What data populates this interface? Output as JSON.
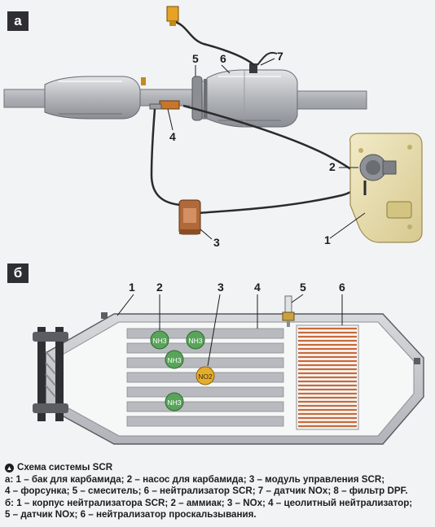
{
  "panel_a": {
    "tag": "а",
    "labels": {
      "n1": "1",
      "n2": "2",
      "n3": "3",
      "n4": "4",
      "n5": "5",
      "n6": "6",
      "n7": "7"
    }
  },
  "panel_b": {
    "tag": "б",
    "labels": {
      "n1": "1",
      "n2": "2",
      "n3": "3",
      "n4": "4",
      "n5": "5",
      "n6": "6"
    },
    "molecules": {
      "nh3": "NH3",
      "no2": "NO2"
    }
  },
  "caption": {
    "title": "Схема системы SCR",
    "line_a1": "а: 1 – бак для карбамида; 2 – насос для карбамида; 3 – модуль управления SCR;",
    "line_a2": "4 – форсунка; 5 – смеситель; 6 – нейтрализатор SCR; 7 – датчик NOx; 8 – фильтр DPF.",
    "line_b1": "б: 1 – корпус нейтрализатора SCR; 2 – аммиак; 3 – NOx; 4 – цеолитный нейтрализатор;",
    "line_b2": "5 – датчик NOx; 6 – нейтрализатор проскальзывания."
  },
  "colors": {
    "pipe": "#b9bcc0",
    "hose": "#2b2b2b",
    "tank": "#e9dfb2",
    "nh3": "#58a45a",
    "no2": "#e6ad2b",
    "slip": "#c86a3a",
    "plate": "#b8babf"
  }
}
